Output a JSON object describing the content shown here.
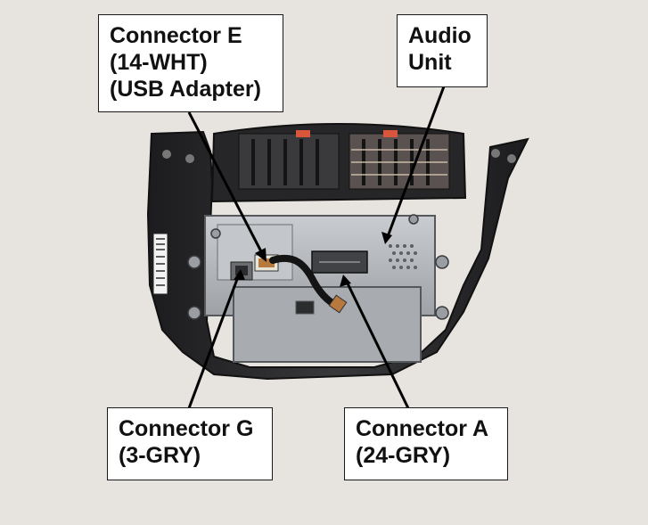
{
  "callouts": {
    "connector_e": {
      "lines": [
        "Connector E",
        "(14-WHT)",
        "(USB Adapter)"
      ]
    },
    "audio_unit": {
      "lines": [
        "Audio",
        "Unit"
      ]
    },
    "connector_g": {
      "lines": [
        "Connector G",
        "(3-GRY)"
      ]
    },
    "connector_a": {
      "lines": [
        "Connector A",
        "(24-GRY)"
      ]
    }
  },
  "colors": {
    "background": "#e7e3de",
    "housing": "#2a2a2c",
    "metal_chassis": "#b9bcc0",
    "label_border": "#1a1a1a",
    "leader": "#000000"
  }
}
